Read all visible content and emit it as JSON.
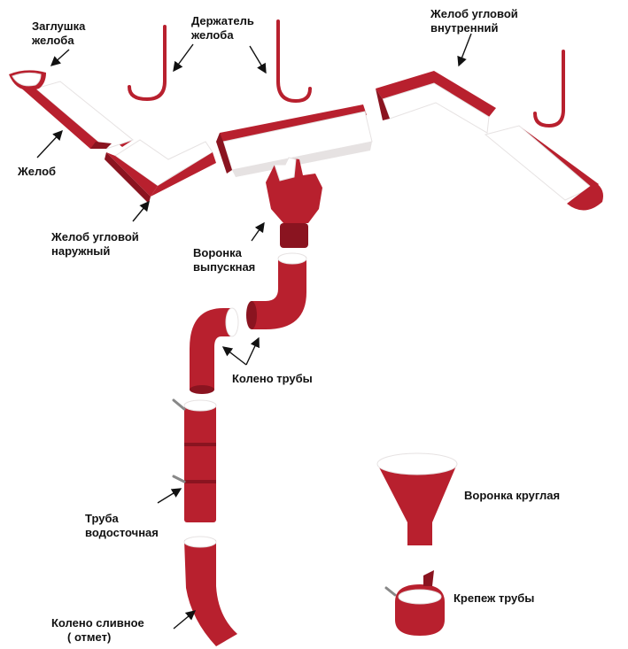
{
  "colors": {
    "metal": "#b8202e",
    "metal_dark": "#8a1420",
    "metal_light": "#d34a55",
    "inner": "#ffffff",
    "inner_shade": "#e6e2e2",
    "text": "#111111",
    "arrow": "#111111"
  },
  "labels": {
    "gutter_cap": {
      "line1": "Заглушка",
      "line2": "желоба"
    },
    "gutter_holder": {
      "line1": "Держатель",
      "line2": "желоба"
    },
    "inner_corner": {
      "line1": "Желоб угловой",
      "line2": "внутренний"
    },
    "gutter": {
      "line1": "Желоб"
    },
    "outer_corner": {
      "line1": "Желоб угловой",
      "line2": "наружный"
    },
    "outlet_funnel": {
      "line1": "Воронка",
      "line2": "выпускная"
    },
    "pipe_elbow": {
      "line1": "Колено трубы"
    },
    "downpipe": {
      "line1": "Труба",
      "line2": "водосточная"
    },
    "drain_elbow": {
      "line1": "Колено сливное",
      "line2": "( отмет)"
    },
    "round_funnel": {
      "line1": "Воронка круглая"
    },
    "pipe_clamp": {
      "line1": "Крепеж трубы"
    }
  }
}
